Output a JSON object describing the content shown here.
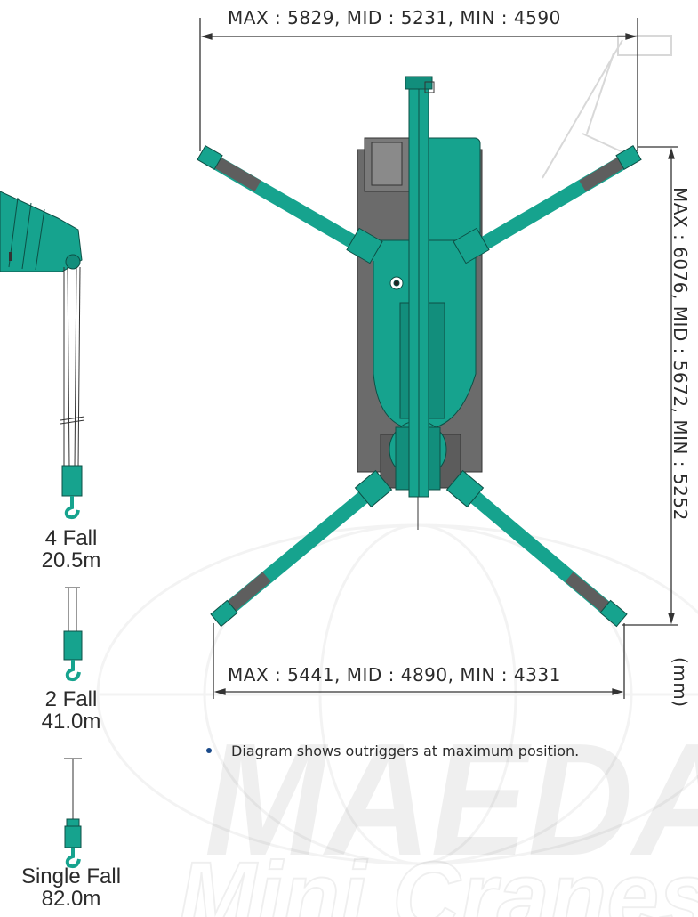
{
  "dimensions": {
    "top": "MAX : 5829,  MID : 5231,  MIN : 4590",
    "bottom": "MAX : 5441,  MID : 4890,  MIN : 4331",
    "right": "MAX : 6076,  MID : 5672,  MIN : 5252",
    "unit": "(mm)"
  },
  "falls": [
    {
      "label": "4 Fall",
      "length": "20.5m"
    },
    {
      "label": "2 Fall",
      "length": "41.0m"
    },
    {
      "label": "Single Fall",
      "length": "82.0m"
    }
  ],
  "note": "Diagram shows outriggers at maximum position.",
  "watermark": {
    "line1": "MAEDA",
    "line2": "Mini Cranes"
  },
  "colors": {
    "machine": "#16a38e",
    "machine_dark": "#0d6f61",
    "chassis": "#6b6b6b",
    "bullet": "#1a4a8a"
  }
}
